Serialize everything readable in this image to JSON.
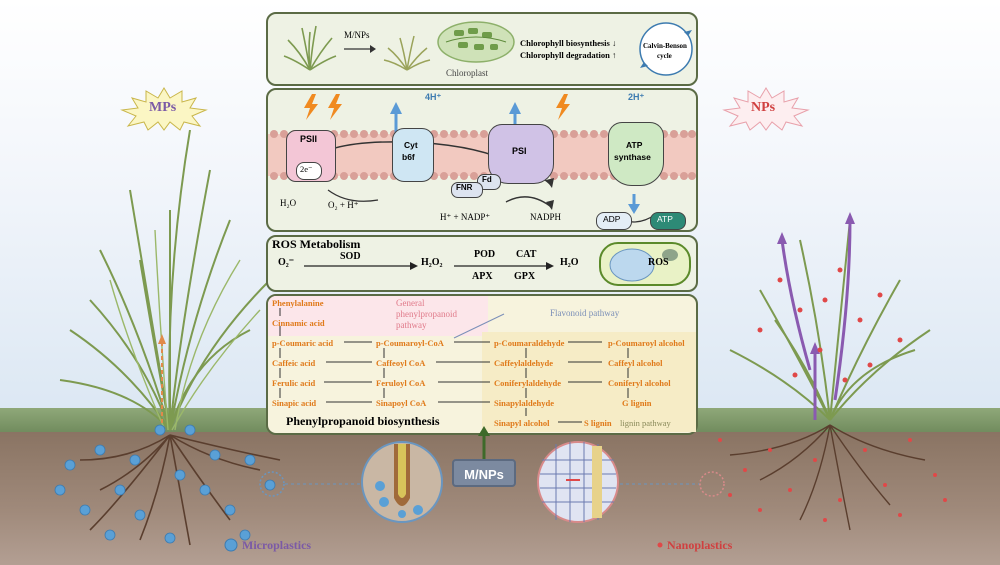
{
  "chloroplast": {
    "treatment_label": "M/NPs",
    "organelle_label": "Chloroplast",
    "effect_biosynthesis": "Chlorophyll biosynthesis",
    "effect_degradation": "Chlorophyll degradation",
    "cycle_line1": "Calvin-Benson",
    "cycle_line2": "cycle"
  },
  "photosynthesis": {
    "psii": "PSII",
    "electrons": "2e⁻",
    "cyt_line1": "Cyt",
    "cyt_line2": "b6f",
    "psi": "PSI",
    "atp_line1": "ATP",
    "atp_line2": "synthase",
    "proton_4": "4H⁺",
    "proton_2": "2H⁺",
    "fd": "Fd",
    "fnr": "FNR",
    "water": "H₂O",
    "oxygen": "O₂ + H⁺",
    "nadp": "H⁺ + NADP⁺",
    "nadph": "NADPH",
    "adp": "ADP",
    "atp": "ATP"
  },
  "ros": {
    "title": "ROS Metabolism",
    "superoxide": "O₂⁻",
    "sod": "SOD",
    "h2o2": "H₂O₂",
    "pod": "POD",
    "cat": "CAT",
    "apx": "APX",
    "gpx": "GPX",
    "water": "H₂O",
    "cell_label": "ROS"
  },
  "phenyl": {
    "title": "Phenylpropanoid biosynthesis",
    "general_line1": "General",
    "general_line2": "phenylpropanoid",
    "general_line3": "pathway",
    "flavonoid": "Flavonoid pathway",
    "lignin_pathway": "lignin pathway",
    "phenylalanine": "Phenylalanine",
    "cinnamic": "Cinnamic acid",
    "pcoumaric": "p-Coumaric acid",
    "pcoumaroylcoa": "p-Coumaroyl-CoA",
    "pcoumaraldehyde": "p-Coumaraldehyde",
    "pcoumaroylalcohol": "p-Coumaroyl alcohol",
    "caffeic": "Caffeic acid",
    "caffeoylcoa": "Caffeoyl CoA",
    "caffealdehyde": "Caffeylaldehyde",
    "caffeylalcohol": "Caffeyl alcohol",
    "ferulic": "Ferulic acid",
    "feruloylcoa": "Feruloyl CoA",
    "coniferaldehyde": "Coniferylaldehyde",
    "coniferylalcohol": "Coniferyl alcohol",
    "sinapic": "Sinapic acid",
    "sinapoylcoa": "Sinapoyl CoA",
    "sinapaldehyde": "Sinapylaldehyde",
    "sinapylalcohol": "Sinapyl alcohol",
    "glignin": "G lignin",
    "slignin": "S lignin"
  },
  "labels": {
    "mps": "MPs",
    "nps": "NPs",
    "mnps": "M/NPs",
    "microplastics": "Microplastics",
    "nanoplastics": "Nanoplastics"
  },
  "colors": {
    "mp_color": "#7b5aa6",
    "np_color": "#d04040",
    "bead_blue": "#5aa0d6",
    "dot_red": "#e04848",
    "frame_green": "#5b6b45"
  }
}
